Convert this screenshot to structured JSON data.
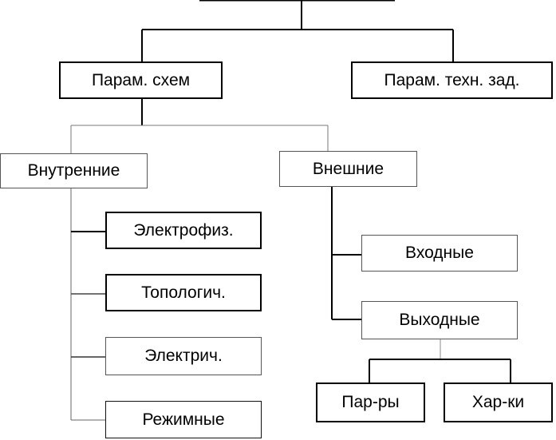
{
  "diagram": {
    "root": "",
    "level1": {
      "left": "Парам. схем",
      "right": "Парам. техн. зад."
    },
    "level2": {
      "internal": "Внутренние",
      "external": "Внешние"
    },
    "internal_children": [
      "Электрофиз.",
      "Топологич.",
      "Электрич.",
      "Режимные"
    ],
    "external_children": [
      "Входные",
      "Выходные"
    ],
    "output_children": [
      "Пар-ры",
      "Хар-ки"
    ]
  },
  "colors": {
    "line": "#000000",
    "background": "#ffffff"
  }
}
